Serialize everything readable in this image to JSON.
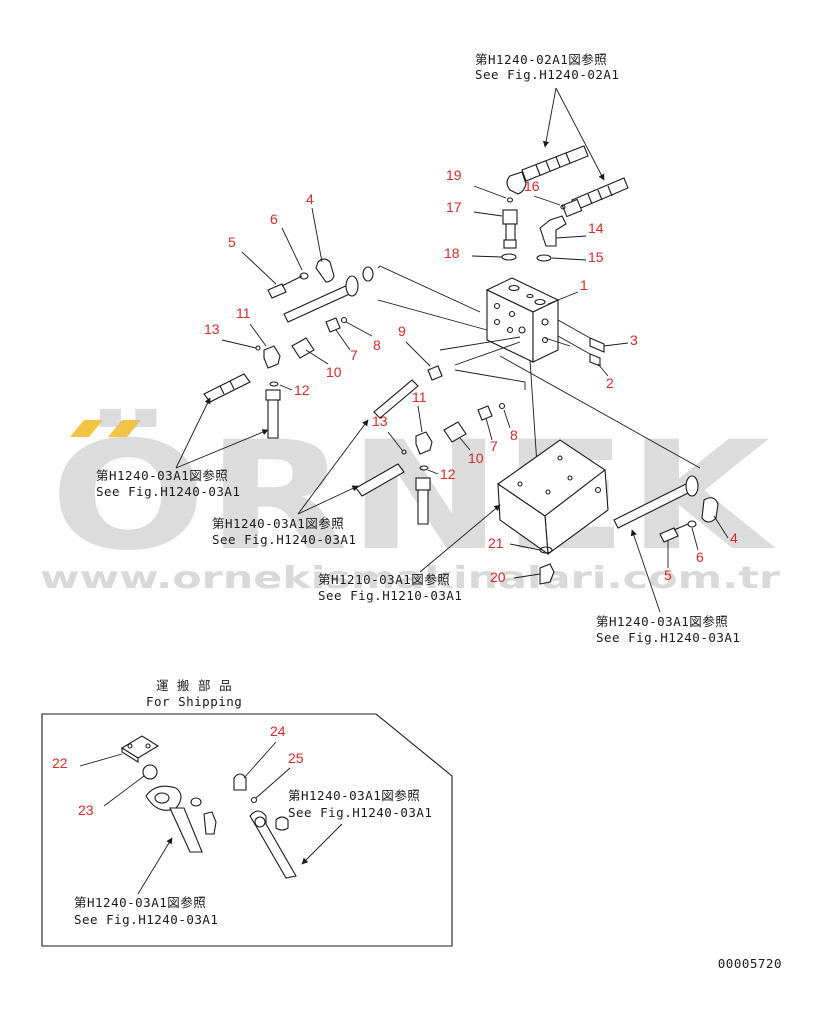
{
  "watermark": {
    "brand": "ÖRNEK",
    "url": "www.ornekismakinalari.com.tr",
    "brand_color": "#bfbfbf",
    "accent_color": "#f3c443"
  },
  "references": {
    "ref_02a1_jp": "第H1240-02A1図参照",
    "ref_02a1_en": "See Fig.H1240-02A1",
    "ref_03a1_jp": "第H1240-03A1図参照",
    "ref_03a1_en": "See Fig.H1240-03A1",
    "ref_1210_jp": "第H1210-03A1図参照",
    "ref_1210_en": "See Fig.H1210-03A1"
  },
  "shipping": {
    "title_jp": "運 搬 部 品",
    "title_en": "For Shipping"
  },
  "part_numbers": [
    "1",
    "2",
    "3",
    "4",
    "5",
    "6",
    "7",
    "8",
    "9",
    "10",
    "11",
    "12",
    "13",
    "14",
    "15",
    "16",
    "17",
    "18",
    "19",
    "20",
    "21",
    "22",
    "23",
    "24",
    "25"
  ],
  "drawing_code": "00005720",
  "colors": {
    "callout": "#d42a2a",
    "line": "#1a1a1a"
  }
}
